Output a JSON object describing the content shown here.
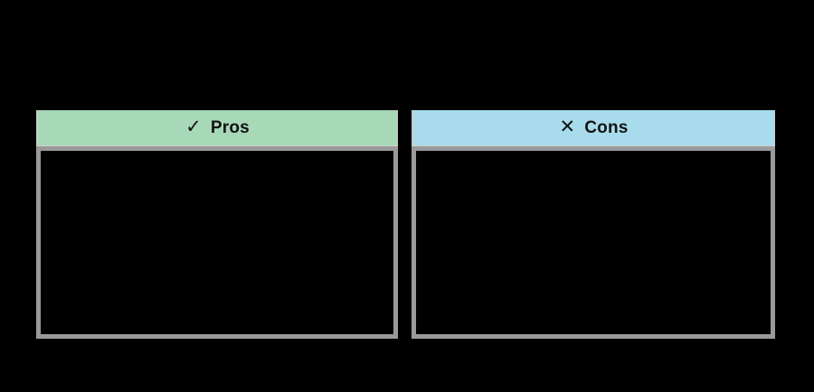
{
  "canvas": {
    "background": "#000000"
  },
  "columns": [
    {
      "key": "pros",
      "icon": "check-icon",
      "icon_glyph": "✓",
      "label": "Pros",
      "header_bg": "#a7d8b8",
      "items": []
    },
    {
      "key": "cons",
      "icon": "x-icon",
      "icon_glyph": "✕",
      "label": "Cons",
      "header_bg": "#a8dcec",
      "items": []
    }
  ],
  "colors": {
    "body_border": "#9a9a9a",
    "header_edge": "#c9c9c9",
    "header_text": "#131313"
  }
}
